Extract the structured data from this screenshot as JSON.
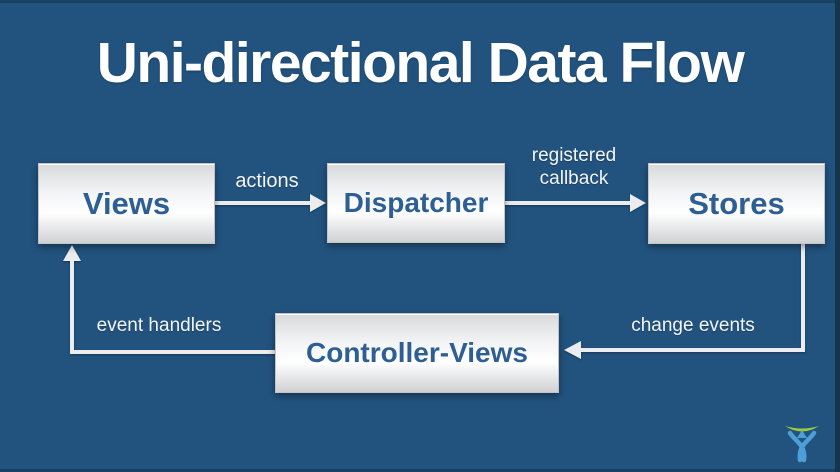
{
  "title": "Uni-directional Data Flow",
  "colors": {
    "background": "#22537f",
    "box_text": "#2d5e94",
    "label_text": "#f3f5f7",
    "arrow": "#eaecee",
    "logo_blue": "#4d9fd6",
    "logo_green": "#9bcb3c"
  },
  "diagram": {
    "nodes": [
      {
        "id": "views",
        "label": "Views"
      },
      {
        "id": "dispatcher",
        "label": "Dispatcher"
      },
      {
        "id": "stores",
        "label": "Stores"
      },
      {
        "id": "controller-views",
        "label": "Controller-Views"
      }
    ],
    "edges": [
      {
        "from": "views",
        "to": "dispatcher",
        "label": "actions"
      },
      {
        "from": "dispatcher",
        "to": "stores",
        "label": "registered callback"
      },
      {
        "from": "stores",
        "to": "controller-views",
        "label": "change events"
      },
      {
        "from": "controller-views",
        "to": "views",
        "label": "event handlers"
      }
    ]
  },
  "logo": {
    "name": "atlassian-logo"
  }
}
